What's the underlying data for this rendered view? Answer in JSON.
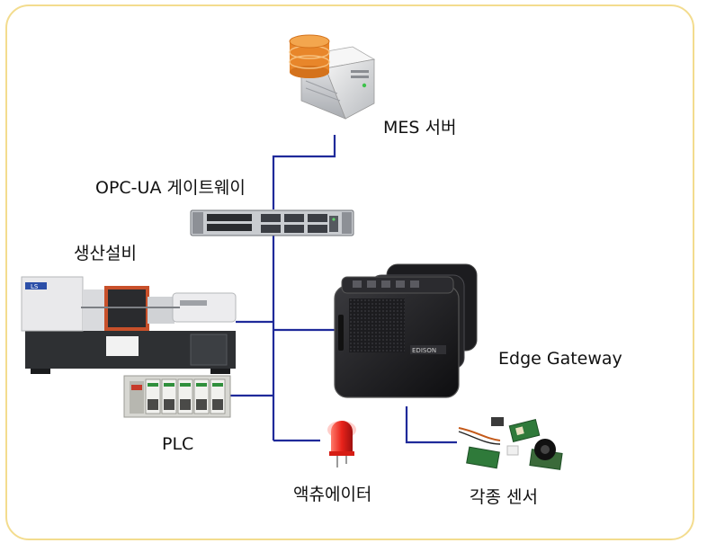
{
  "labels": {
    "mes_server": "MES 서버",
    "opcua_gateway": "OPC-UA 게이트웨이",
    "production_equipment": "생산설비",
    "edge_gateway": "Edge Gateway",
    "plc": "PLC",
    "actuator": "액츄에이터",
    "sensors": "각종 센서"
  },
  "device_texts": {
    "machine_brand": "LS",
    "edge_brand": "EDISON"
  },
  "colors": {
    "frame_border": "#f3dc8e",
    "connection_line": "#1f2a9a",
    "db_stack": "#e8862a",
    "led_red": "#e8221a",
    "machine_accent": "#c8502a"
  }
}
